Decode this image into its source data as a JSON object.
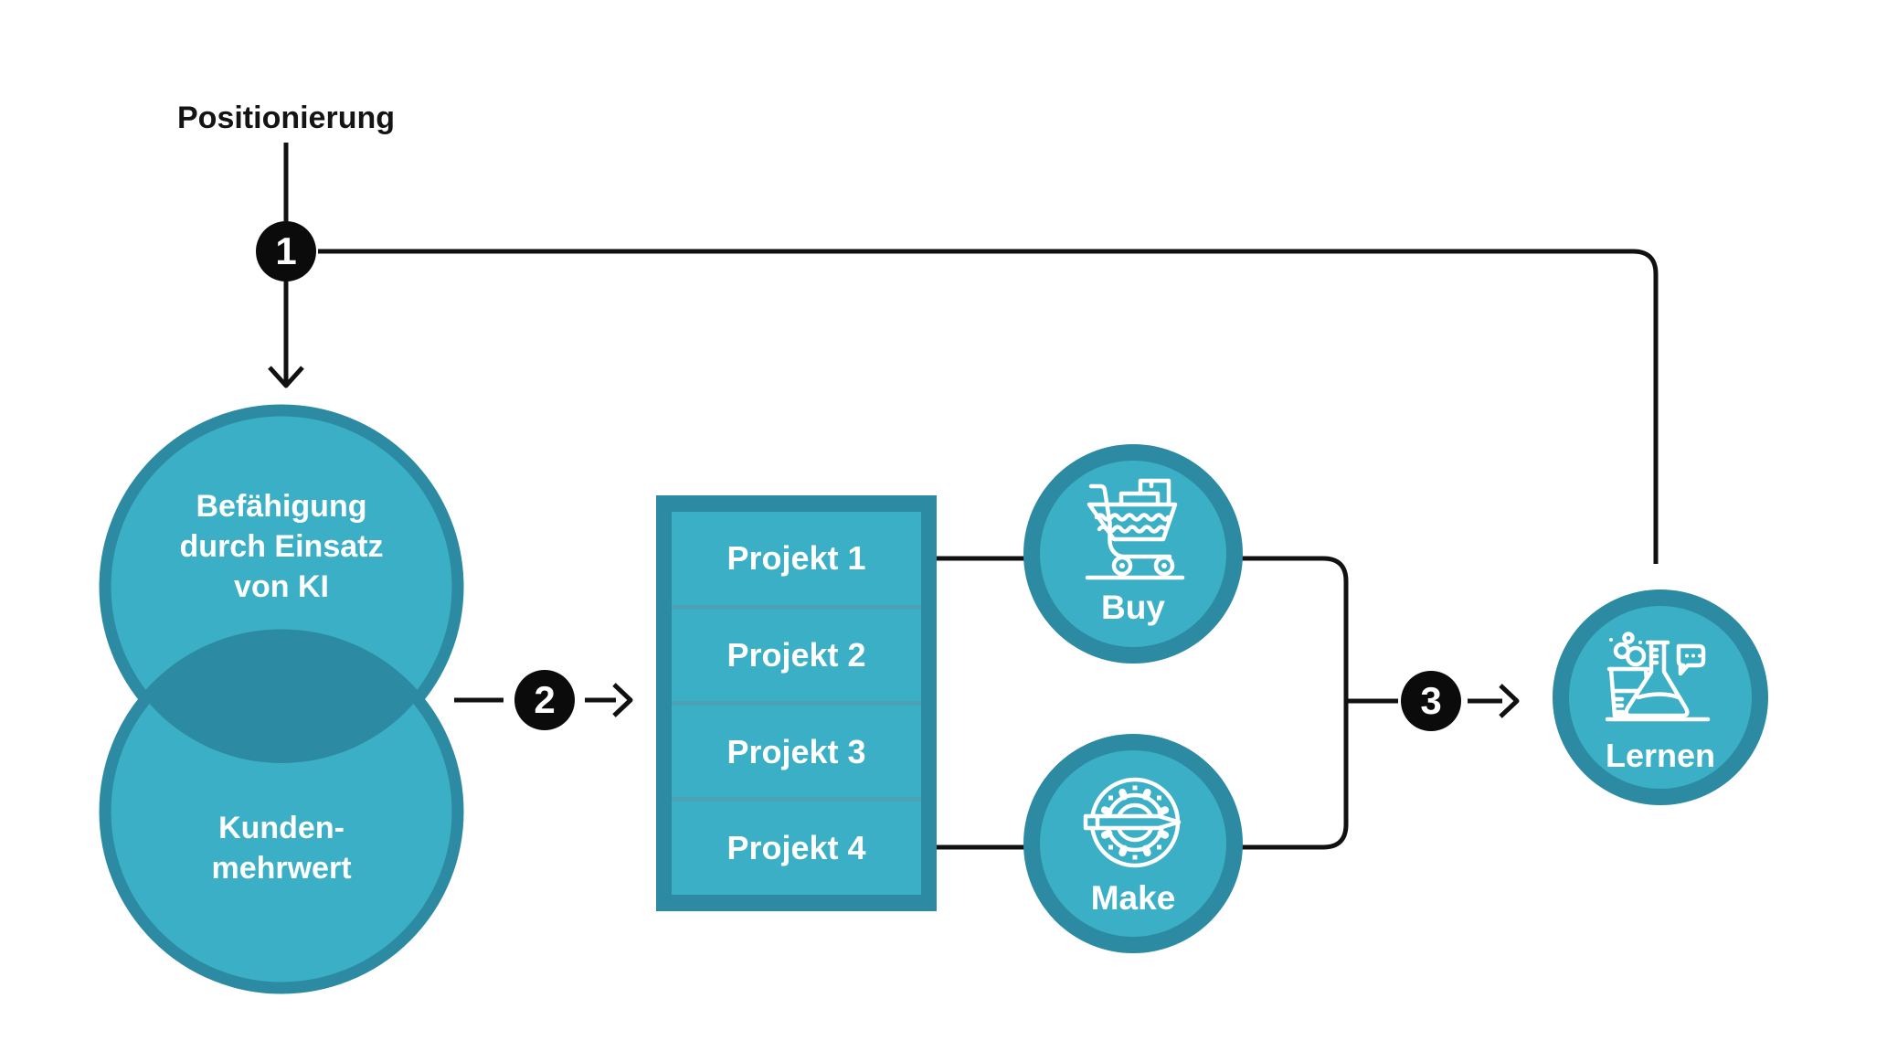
{
  "labels": {
    "positioning": "Positionierung"
  },
  "steps": [
    {
      "number": "1"
    },
    {
      "number": "2"
    },
    {
      "number": "3"
    }
  ],
  "venn": {
    "top": [
      "Befähigung",
      "durch Einsatz",
      "von KI"
    ],
    "bottom": [
      "Kunden-",
      "mehrwert"
    ]
  },
  "projects": {
    "items": [
      "Projekt 1",
      "Projekt 2",
      "Projekt 3",
      "Projekt 4"
    ]
  },
  "options": {
    "buy": {
      "label": "Buy",
      "icon": "shopping-cart-icon"
    },
    "make": {
      "label": "Make",
      "icon": "gear-pencil-icon"
    }
  },
  "outcome": {
    "label": "Lernen",
    "icon": "laboratory-flasks-icon"
  },
  "colors": {
    "teal_light": "#3AAFC5",
    "teal_dark": "#2C8BA2",
    "row_divider": "#4AA2B4",
    "connector": "#111111",
    "step_badge": "#0B0B0B",
    "text_on_teal": "#FFFFFF",
    "title_text": "#141414"
  }
}
